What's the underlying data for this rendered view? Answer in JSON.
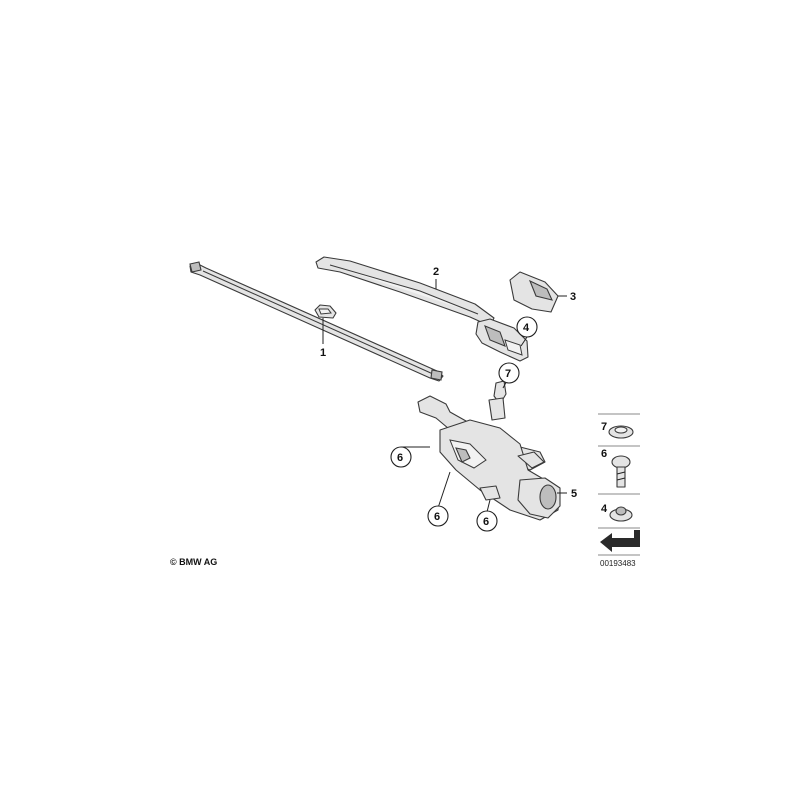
{
  "copyright": "© BMW AG",
  "diagram_id": "00193483",
  "callouts": [
    {
      "key": "c1",
      "label": "1"
    },
    {
      "key": "c2",
      "label": "2"
    },
    {
      "key": "c3",
      "label": "3"
    },
    {
      "key": "c4",
      "label": "4"
    },
    {
      "key": "c5",
      "label": "5"
    },
    {
      "key": "c6a",
      "label": "6"
    },
    {
      "key": "c6b",
      "label": "6"
    },
    {
      "key": "c6c",
      "label": "6"
    },
    {
      "key": "c7",
      "label": "7"
    }
  ],
  "side_panel": {
    "items": [
      {
        "label": "7"
      },
      {
        "label": "6"
      },
      {
        "label": "4"
      }
    ]
  }
}
